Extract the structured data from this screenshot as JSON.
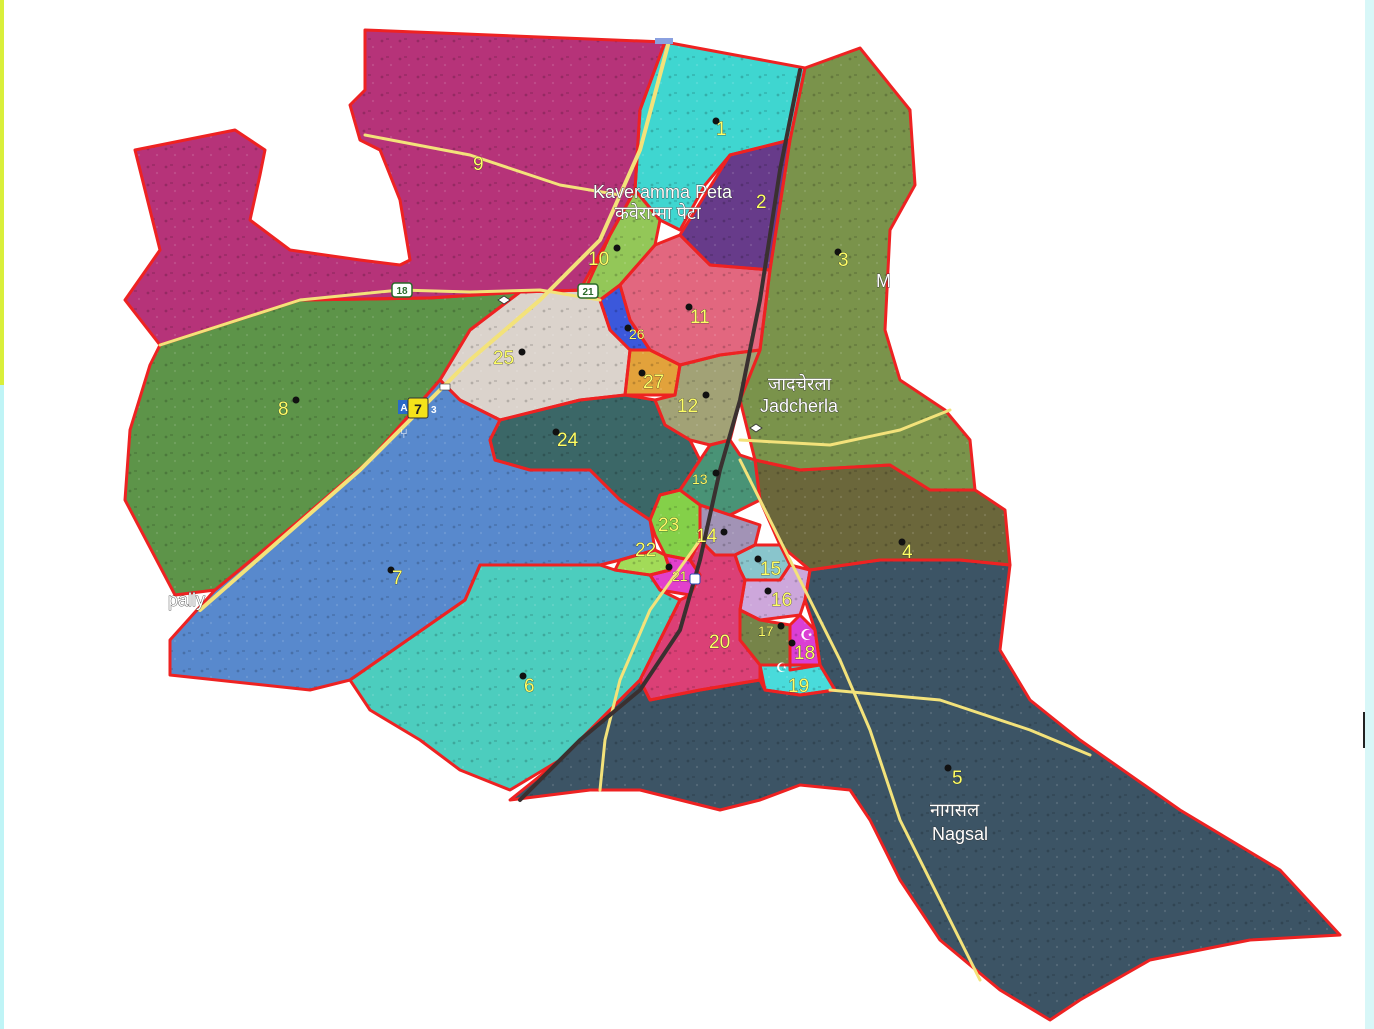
{
  "map": {
    "wards": [
      {
        "number": "1",
        "color": "#2fd3cc"
      },
      {
        "number": "2",
        "color": "#5a2a80"
      },
      {
        "number": "3",
        "color": "#6f8a3c"
      },
      {
        "number": "4",
        "color": "#5e5a2a"
      },
      {
        "number": "5",
        "color": "#2b4558"
      },
      {
        "number": "6",
        "color": "#3dc9b8"
      },
      {
        "number": "7",
        "color": "#4a7fc9"
      },
      {
        "number": "8",
        "color": "#4f8b3a"
      },
      {
        "number": "9",
        "color": "#b0226e"
      },
      {
        "number": "10",
        "color": "#8ac24a"
      },
      {
        "number": "11",
        "color": "#e05a74"
      },
      {
        "number": "12",
        "color": "#9a9a6a"
      },
      {
        "number": "13",
        "color": "#3a8a6a"
      },
      {
        "number": "14",
        "color": "#9a8ab0"
      },
      {
        "number": "15",
        "color": "#7fc0c8"
      },
      {
        "number": "16",
        "color": "#c9a0d8"
      },
      {
        "number": "17",
        "color": "#6a7a3a"
      },
      {
        "number": "18",
        "color": "#d82fd0"
      },
      {
        "number": "19",
        "color": "#3ad8d8"
      },
      {
        "number": "20",
        "color": "#d8306a"
      },
      {
        "number": "21",
        "color": "#e030c8"
      },
      {
        "number": "22",
        "color": "#9ad84a"
      },
      {
        "number": "23",
        "color": "#7acc3a"
      },
      {
        "number": "24",
        "color": "#2a5a5a"
      },
      {
        "number": "25",
        "color": "#d8cfc8"
      },
      {
        "number": "26",
        "color": "#2a4ad8"
      },
      {
        "number": "27",
        "color": "#e09a2a"
      }
    ],
    "places": {
      "kaveramma_en": "Kaveramma Peta",
      "kaveramma_local": "कवेराम्मा पेटा",
      "jadcherla_local": "जादचेरला",
      "jadcherla_en": "Jadcherla",
      "nagsal_local": "नागसल",
      "nagsal_en": "Nagsal",
      "pally_fragment": "pally",
      "m_fragment": "M"
    },
    "roads": {
      "road_18": "18",
      "road_21": "21",
      "nh_7": "7",
      "ah_fragment": "A",
      "ah_fragment2": "3"
    },
    "boundary_color": "#ee2222",
    "road_color": "#f3e27a"
  }
}
